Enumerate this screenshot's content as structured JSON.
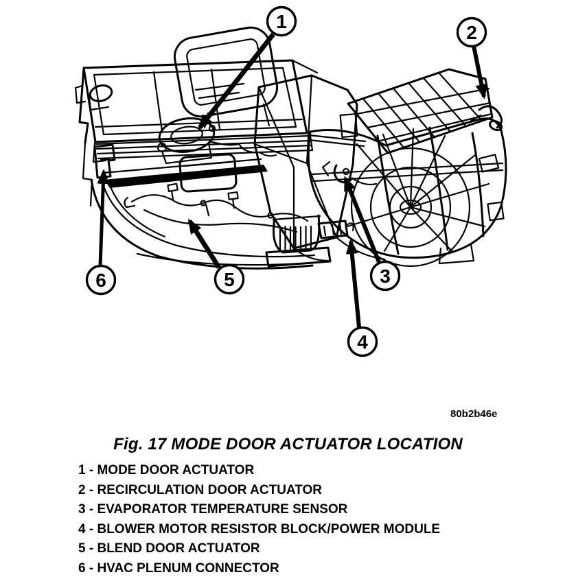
{
  "figure": {
    "caption": "Fig. 17 MODE DOOR ACTUATOR LOCATION",
    "drawing_code": "80b2b46e"
  },
  "callouts": [
    {
      "number": "1",
      "label": "MODE DOOR ACTUATOR"
    },
    {
      "number": "2",
      "label": "RECIRCULATION DOOR ACTUATOR"
    },
    {
      "number": "3",
      "label": "EVAPORATOR TEMPERATURE SENSOR"
    },
    {
      "number": "4",
      "label": "BLOWER MOTOR RESISTOR BLOCK/POWER MODULE"
    },
    {
      "number": "5",
      "label": "BLEND DOOR ACTUATOR"
    },
    {
      "number": "6",
      "label": "HVAC PLENUM CONNECTOR"
    }
  ],
  "legend": {
    "separator": " - "
  },
  "colors": {
    "ink": "#000000",
    "paper": "#ffffff"
  }
}
